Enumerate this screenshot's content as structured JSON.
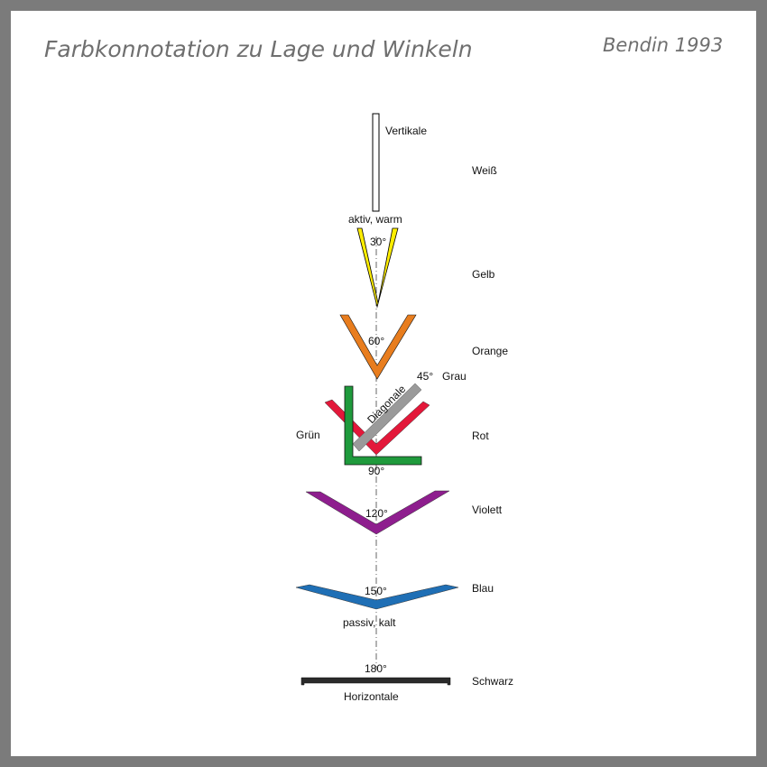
{
  "title": "Farbkonnotation zu Lage und Winkeln",
  "author": "Bendin 1993",
  "labels": {
    "vertikale": "Vertikale",
    "aktiv_warm": "aktiv, warm",
    "passiv_kalt": "passiv, kalt",
    "diagonale": "Diagonale",
    "horizontale": "Horizontale"
  },
  "angles": {
    "a30": "30°",
    "a45": "45°",
    "a60": "60°",
    "a90": "90°",
    "a120": "120°",
    "a150": "150°",
    "a180": "180°"
  },
  "colors": {
    "weiss": "Weiß",
    "gelb": "Gelb",
    "orange": "Orange",
    "grau": "Grau",
    "gruen": "Grün",
    "rot": "Rot",
    "violett": "Violett",
    "blau": "Blau",
    "schwarz": "Schwarz"
  },
  "swatches": {
    "white": "#ffffff",
    "yellow": "#ffee00",
    "orange": "#e87d1e",
    "gray": "#9a9a9a",
    "red": "#e3183a",
    "green": "#1f9a3c",
    "violet": "#8e1e8e",
    "blue": "#1f6fb5",
    "black": "#2b2b2b"
  }
}
